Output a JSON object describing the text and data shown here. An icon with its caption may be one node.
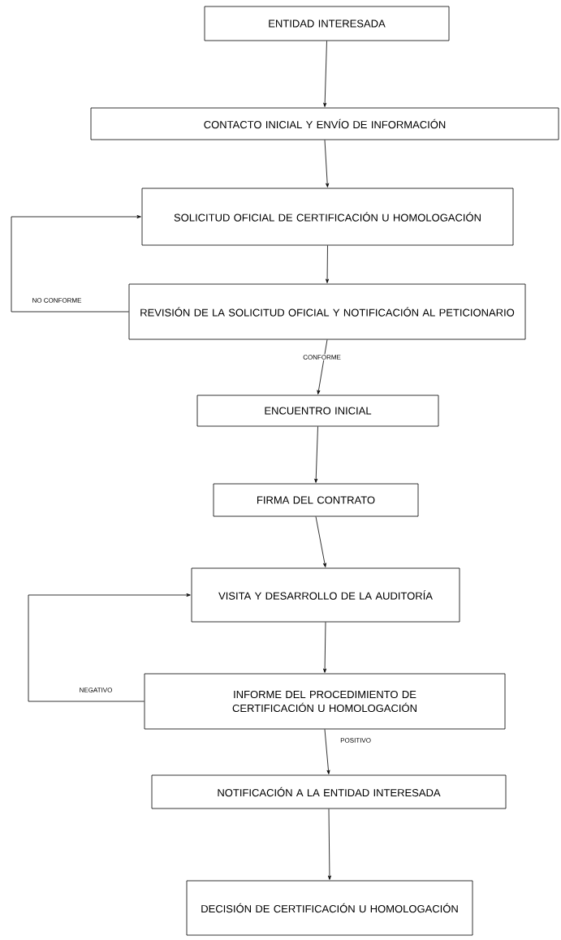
{
  "diagram": {
    "nodes": [
      {
        "text": [
          "ENTIDAD INTERESADA"
        ]
      },
      {
        "text": [
          "CONTACTO INICIAL Y ENVÍO DE INFORMACIÓN"
        ]
      },
      {
        "text": [
          "SOLICITUD OFICIAL DE CERTIFICACIÓN U HOMOLOGACIÓN"
        ]
      },
      {
        "text": [
          "REVISIÓN DE LA SOLICITUD OFICIAL Y NOTIFICACIÓN AL PETICIONARIO"
        ]
      },
      {
        "text": [
          "ENCUENTRO INICIAL"
        ]
      },
      {
        "text": [
          "FIRMA DEL CONTRATO"
        ]
      },
      {
        "text": [
          "VISITA Y DESARROLLO DE LA AUDITORÍA"
        ]
      },
      {
        "text": [
          "INFORME DEL PROCEDIMIENTO DE CERTIFICACIÓN U HOMOLOGACIÓN"
        ]
      },
      {
        "text": [
          "NOTIFICACIÓN A LA ENTIDAD INTERESADA"
        ]
      },
      {
        "text": [
          "DECISIÓN DE CERTIFICACIÓN U HOMOLOGACIÓN"
        ]
      }
    ],
    "edges": [
      {
        "from": 0,
        "to": 1,
        "arrow": "to"
      },
      {
        "from": 1,
        "to": 2,
        "arrow": "to"
      },
      {
        "from": 2,
        "to": 3,
        "arrow": "to"
      },
      {
        "from": 3,
        "to": 4,
        "arrow": "to",
        "label": "CONFORME"
      },
      {
        "from": 4,
        "to": 5,
        "arrow": "to"
      },
      {
        "from": 5,
        "to": 6,
        "arrow": "to"
      },
      {
        "from": 6,
        "to": 7,
        "arrow": "to"
      },
      {
        "from": 7,
        "to": 8,
        "arrow": "to",
        "label": "POSITIVO"
      },
      {
        "from": 8,
        "to": 9,
        "arrow": "to"
      },
      {
        "from": 3,
        "to": 2,
        "arrow": "to",
        "label": "NO CONFORME"
      },
      {
        "from": 7,
        "to": 6,
        "arrow": "to",
        "label": "NEGATIVO"
      }
    ]
  }
}
